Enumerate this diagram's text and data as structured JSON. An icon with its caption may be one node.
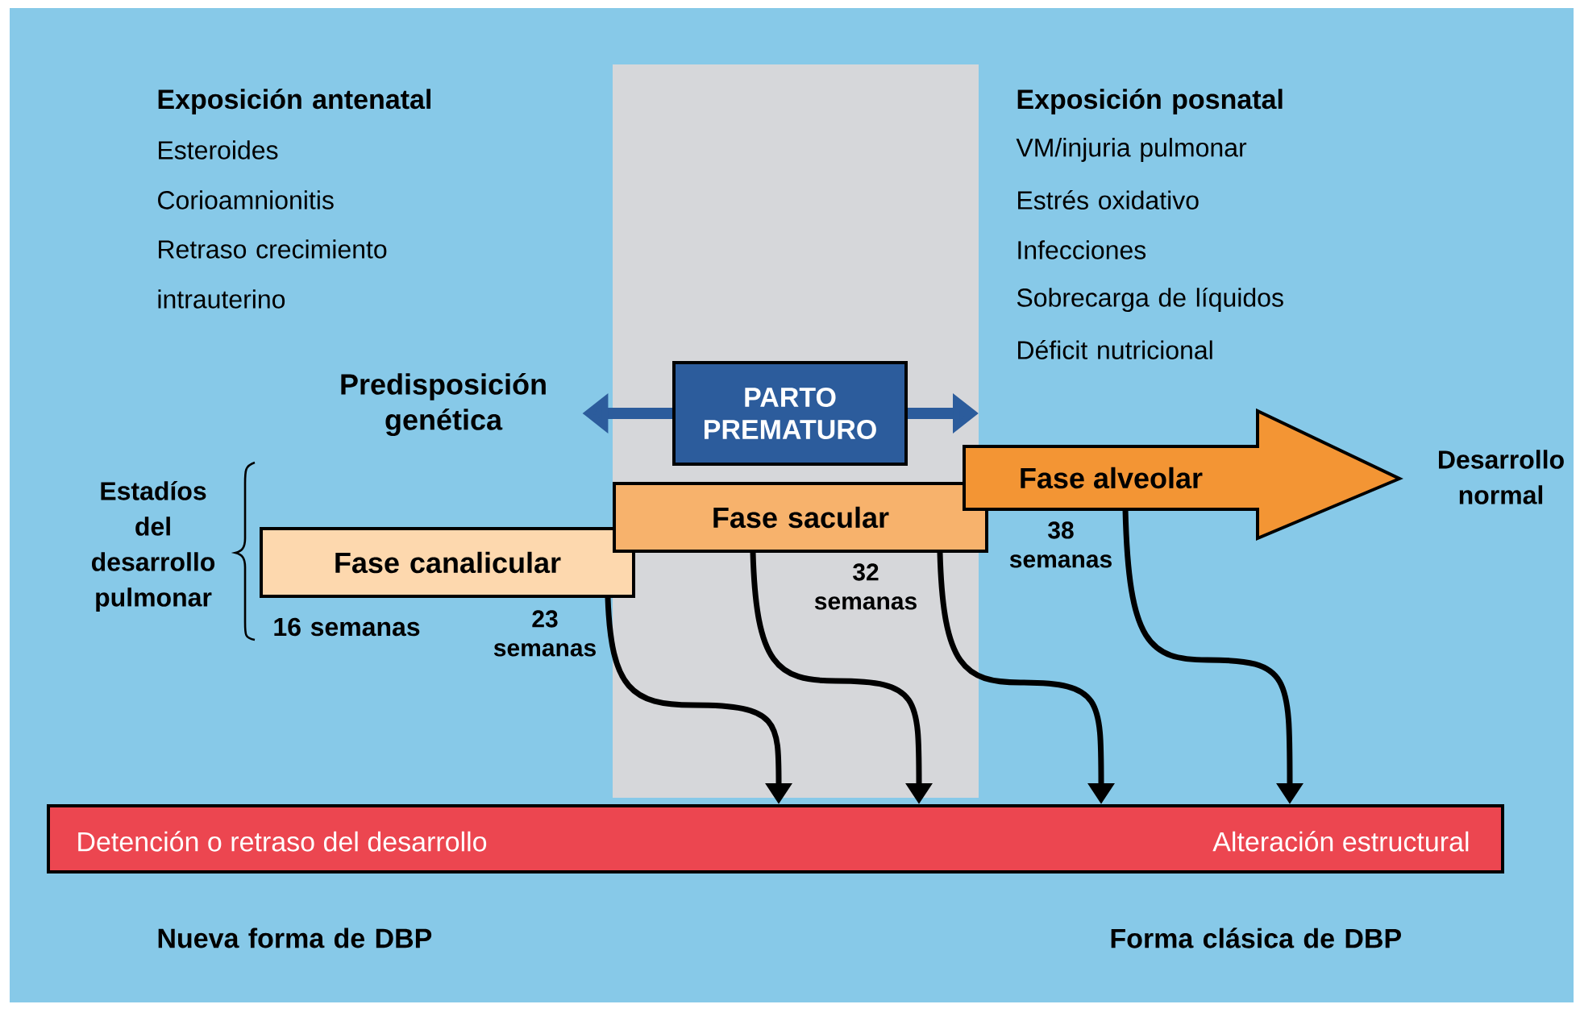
{
  "diagram": {
    "nodes": [
      {
        "text": [
          "PARTO PREMATURO"
        ]
      },
      {
        "text": [
          "Predisposición genética"
        ]
      },
      {
        "text": [
          "Fase canalicular"
        ]
      },
      {
        "text": [
          "Fase sacular"
        ]
      },
      {
        "text": [
          "Fase alveolar"
        ]
      },
      {
        "text": [
          "Detención o retraso del desarrollo",
          "Alteración estructural"
        ]
      }
    ],
    "edges": [
      {
        "from": 0,
        "to": 1,
        "arrow": "to",
        "style": "thick",
        "color": "#2c5c9c"
      },
      {
        "from": 0,
        "to": null,
        "arrow": "to",
        "style": "thick",
        "color": "#2c5c9c"
      },
      {
        "from": 2,
        "to": 5,
        "arrow": "to"
      },
      {
        "from": 3,
        "to": 5,
        "arrow": "to"
      },
      {
        "from": 3,
        "to": 5,
        "arrow": "to"
      },
      {
        "from": 4,
        "to": 5,
        "arrow": "to"
      }
    ],
    "labels": [
      "Exposición antenatal",
      "Esteroides",
      "Corioamnionitis",
      "Retraso crecimiento intrauterino",
      "Exposición posnatal",
      "VM/injuria pulmonar",
      "Estrés oxidativo",
      "Infecciones",
      "Sobrecarga de líquidos",
      "Déficit nutricional",
      "Estadíos del desarrollo pulmonar",
      "Desarrollo normal",
      "16 semanas",
      "23 semanas",
      "32 semanas",
      "38 semanas",
      "Nueva forma de DBP",
      "Forma clásica de DBP"
    ]
  }
}
